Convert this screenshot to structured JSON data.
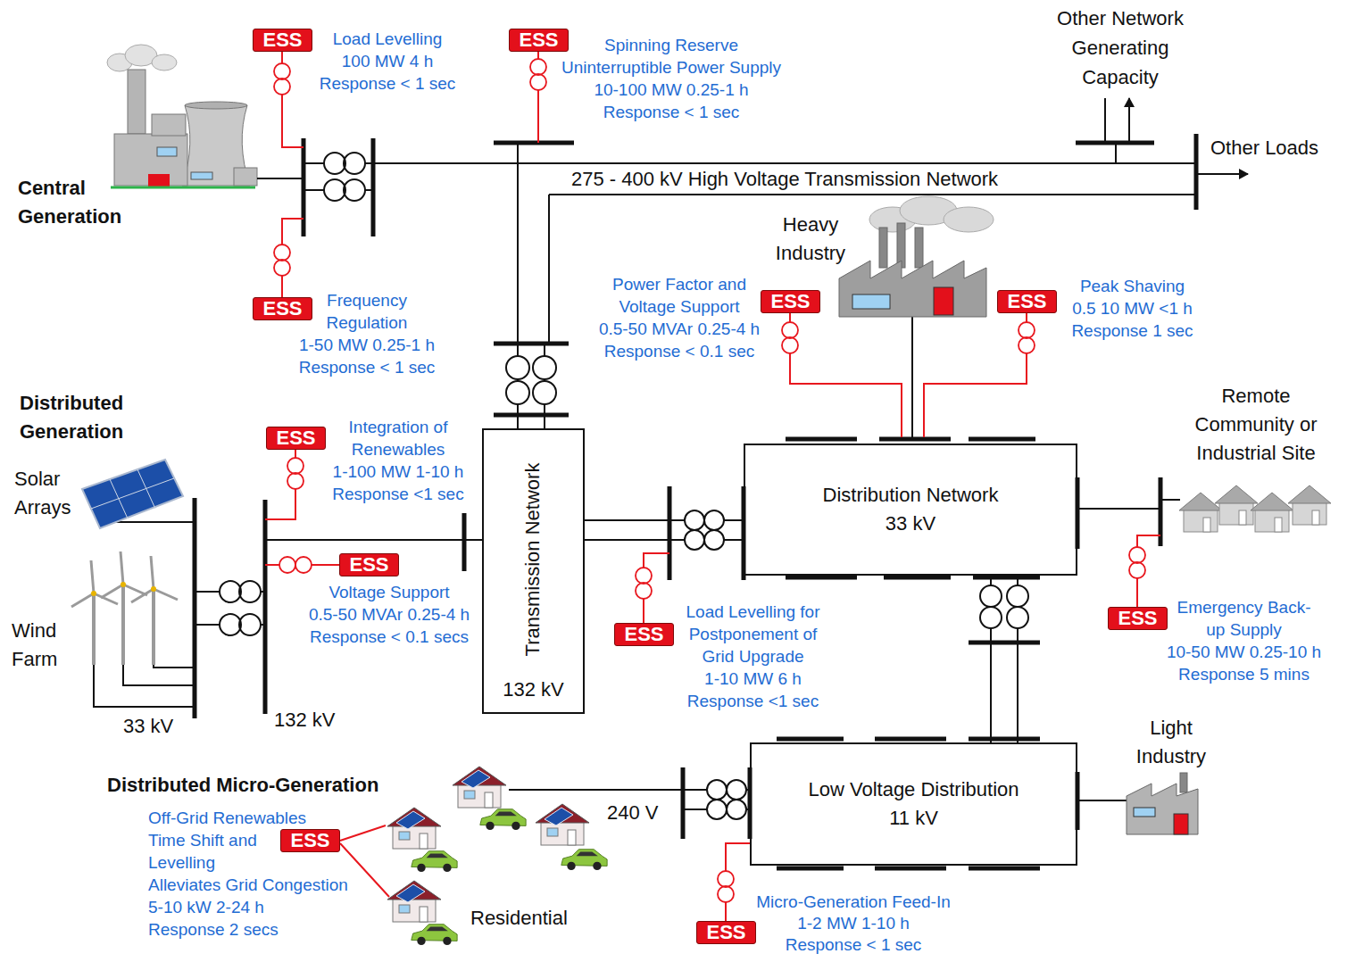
{
  "diagram": {
    "nodes": [
      {
        "text": [
          "ESS",
          "Load Levelling",
          "100 MW 4 h",
          "Response < 1 sec"
        ]
      },
      {
        "text": [
          "ESS",
          "Spinning Reserve",
          "Uninterruptible Power Supply",
          "10-100 MW 0.25-1 h",
          "Response < 1 sec"
        ]
      },
      {
        "text": [
          "ESS",
          "Frequency Regulation",
          "1-50 MW 0.25-1 h",
          "Response < 1 sec"
        ]
      },
      {
        "text": [
          "ESS",
          "Power Factor and Voltage Support",
          "0.5-50 MVAr 0.25-4 h",
          "Response < 0.1 sec"
        ]
      },
      {
        "text": [
          "ESS",
          "Peak Shaving",
          "0.5 10 MW <1 h",
          "Response 1 sec"
        ]
      },
      {
        "text": [
          "ESS",
          "Integration of Renewables",
          "1-100 MW 1-10 h",
          "Response <1 sec"
        ]
      },
      {
        "text": [
          "Transmission Network",
          "132 kV"
        ]
      },
      {
        "text": [
          "Distribution Network",
          "33 kV"
        ]
      },
      {
        "text": [
          "ESS",
          "Voltage Support",
          "0.5-50 MVAr 0.25-4 h",
          "Response < 0.1 secs"
        ]
      },
      {
        "text": [
          "ESS",
          "Load Levelling for Postponement of Grid Upgrade",
          "1-10 MW 6 h",
          "Response <1 sec"
        ]
      },
      {
        "text": [
          "ESS",
          "Emergency Back-up Supply",
          "10-50 MW 0.25-10 h",
          "Response 5 mins"
        ]
      },
      {
        "text": [
          "Low Voltage Distribution",
          "11 kV"
        ]
      },
      {
        "text": [
          "ESS",
          "Off-Grid Renewables",
          "Time Shift and Levelling",
          "Alleviates Grid Congestion",
          "5-10 kW 2-24 h",
          "Response 2 secs"
        ]
      },
      {
        "text": [
          "ESS",
          "Micro-Generation Feed-In",
          "1-2 MW 1-10 h",
          "Response < 1 sec"
        ]
      }
    ],
    "edges": [
      {
        "from": 6,
        "to": 7,
        "arrow": "none"
      },
      {
        "from": 7,
        "to": 11,
        "arrow": "none"
      }
    ],
    "labels": [
      "Central Generation",
      "Other Network Generating Capacity",
      "Other Loads",
      "275 - 400 kV High Voltage Transmission Network",
      "Heavy Industry",
      "Distributed Generation",
      "Solar Arrays",
      "Remote Community or Industrial Site",
      "Wind Farm",
      "33 kV",
      "132 kV",
      "Light Industry",
      "Distributed Micro-Generation",
      "240 V",
      "Residential"
    ]
  }
}
